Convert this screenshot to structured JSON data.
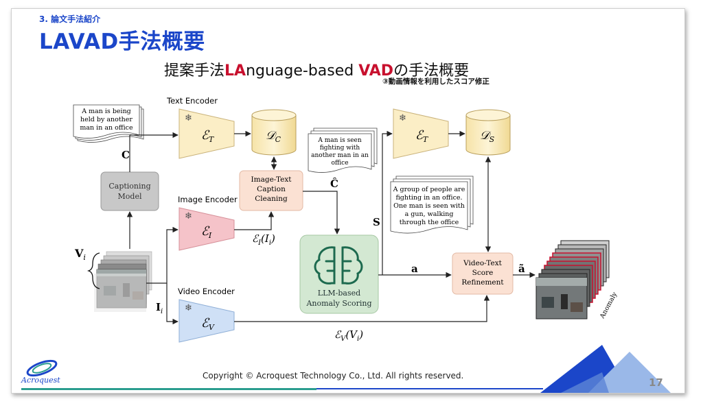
{
  "header": {
    "section": "3. 論文手法紹介",
    "title": "LAVAD手法概要",
    "subtitle_pre": "提案手法",
    "subtitle_red1": "LA",
    "subtitle_mid": "nguage-based ",
    "subtitle_red2": "VAD",
    "subtitle_post": "の手法概要",
    "note": "③動画情報を利用したスコア修正"
  },
  "diagram": {
    "text_encoder_label": "Text Encoder",
    "image_encoder_label": "Image Encoder",
    "video_encoder_label": "Video Encoder",
    "enc_t": "ℰ",
    "enc_t_sub": "T",
    "enc_i": "ℰ",
    "enc_i_sub": "I",
    "enc_v": "ℰ",
    "enc_v_sub": "V",
    "db_c": "𝒟",
    "db_c_sub": "C",
    "db_s": "𝒟",
    "db_s_sub": "S",
    "captioning_model": [
      "Captioning",
      "Model"
    ],
    "cleaning": [
      "Image-Text",
      "Caption",
      "Cleaning"
    ],
    "llm": [
      "LLM-based",
      "Anomaly Scoring"
    ],
    "refinement": [
      "Video-Text",
      "Score",
      "Refinement"
    ],
    "doc1": [
      "A man is being",
      "held by another",
      "man in an office"
    ],
    "doc2": [
      "A man is seen",
      "fighting with",
      "another man in an",
      "office"
    ],
    "doc3": [
      "A group of people are",
      "fighting in an office.",
      "One man is seen with",
      "a gun, walking",
      "through the office"
    ],
    "label_C": "C",
    "label_Chat": "Ĉ",
    "label_S": "S",
    "label_a": "a",
    "label_atilde": "ã",
    "label_Vi": "V",
    "label_Vi_sub": "i",
    "label_Ii": "I",
    "label_Ii_sub": "i",
    "label_EI": "ℰ",
    "label_EI_sub": "I",
    "label_EI_arg": "(I",
    "label_EI_arg_sub": "i",
    "label_EI_close": ")",
    "label_EV": "ℰ",
    "label_EV_sub": "V",
    "label_EV_arg": "(V",
    "label_EV_arg_sub": "i",
    "label_EV_close": ")",
    "anomaly": "Anomaly"
  },
  "footer": {
    "copyright": "Copyright © Acroquest Technology Co., Ltd. All rights reserved.",
    "page": "17",
    "logo": "Acroquest"
  },
  "colors": {
    "accent_blue": "#1b46c9",
    "red": "#c8102e",
    "encoder_yellow": "#fbeec6",
    "encoder_pink": "#f5c3c9",
    "encoder_blue": "#cfe0f6",
    "llm_green": "#d3e8d2",
    "refine_peach": "#fbe1d3",
    "captioning_gray": "#c8c8c8"
  }
}
